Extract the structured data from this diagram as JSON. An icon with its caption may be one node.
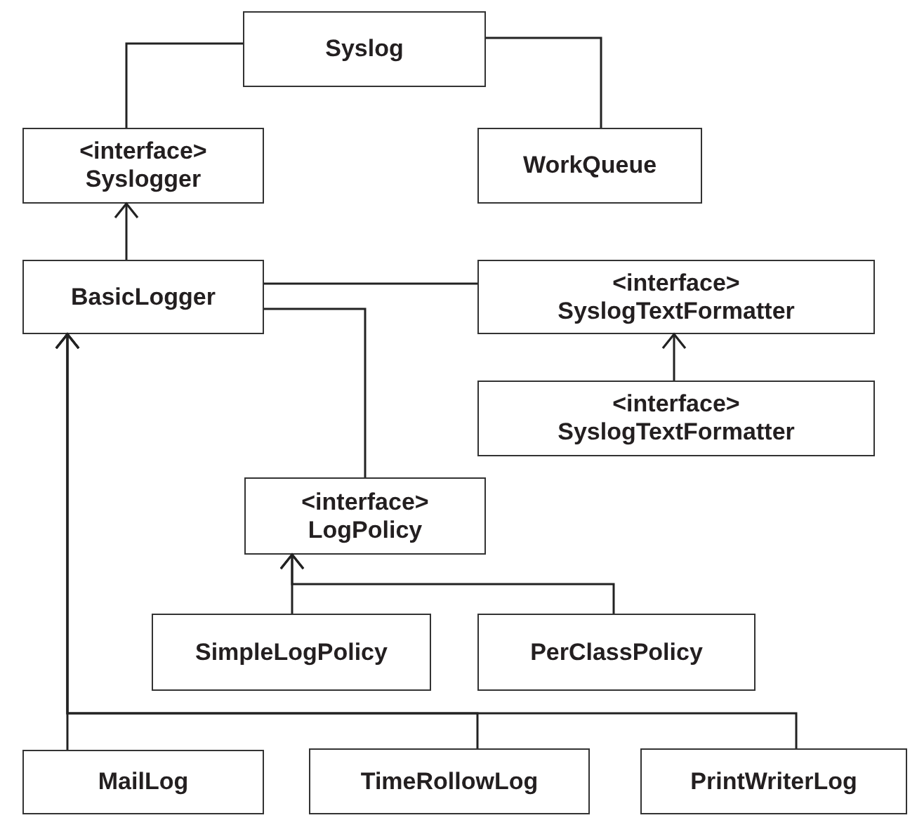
{
  "diagram": {
    "nodes": [
      {
        "text": [
          "Syslog"
        ]
      },
      {
        "text": [
          "<interface>",
          "Syslogger"
        ]
      },
      {
        "text": [
          "WorkQueue"
        ]
      },
      {
        "text": [
          "BasicLogger"
        ]
      },
      {
        "text": [
          "<interface>",
          "SyslogTextFormatter"
        ]
      },
      {
        "text": [
          "<interface>",
          "SyslogTextFormatter"
        ]
      },
      {
        "text": [
          "<interface>",
          "LogPolicy"
        ]
      },
      {
        "text": [
          "SimpleLogPolicy"
        ]
      },
      {
        "text": [
          "PerClassPolicy"
        ]
      },
      {
        "text": [
          "MailLog"
        ]
      },
      {
        "text": [
          "TimeRollowLog"
        ]
      },
      {
        "text": [
          "PrintWriterLog"
        ]
      }
    ],
    "edges": [
      {
        "from": 0,
        "to": 1,
        "arrow": "none"
      },
      {
        "from": 0,
        "to": 2,
        "arrow": "none"
      },
      {
        "from": 3,
        "to": 1,
        "arrow": "to"
      },
      {
        "from": 3,
        "to": 4,
        "arrow": "none"
      },
      {
        "from": 3,
        "to": 6,
        "arrow": "none"
      },
      {
        "from": 5,
        "to": 4,
        "arrow": "to"
      },
      {
        "from": 7,
        "to": 6,
        "arrow": "to"
      },
      {
        "from": 8,
        "to": 6,
        "arrow": "to"
      },
      {
        "from": 9,
        "to": 3,
        "arrow": "to"
      },
      {
        "from": 10,
        "to": 3,
        "arrow": "to"
      },
      {
        "from": 11,
        "to": 3,
        "arrow": "to"
      }
    ]
  }
}
